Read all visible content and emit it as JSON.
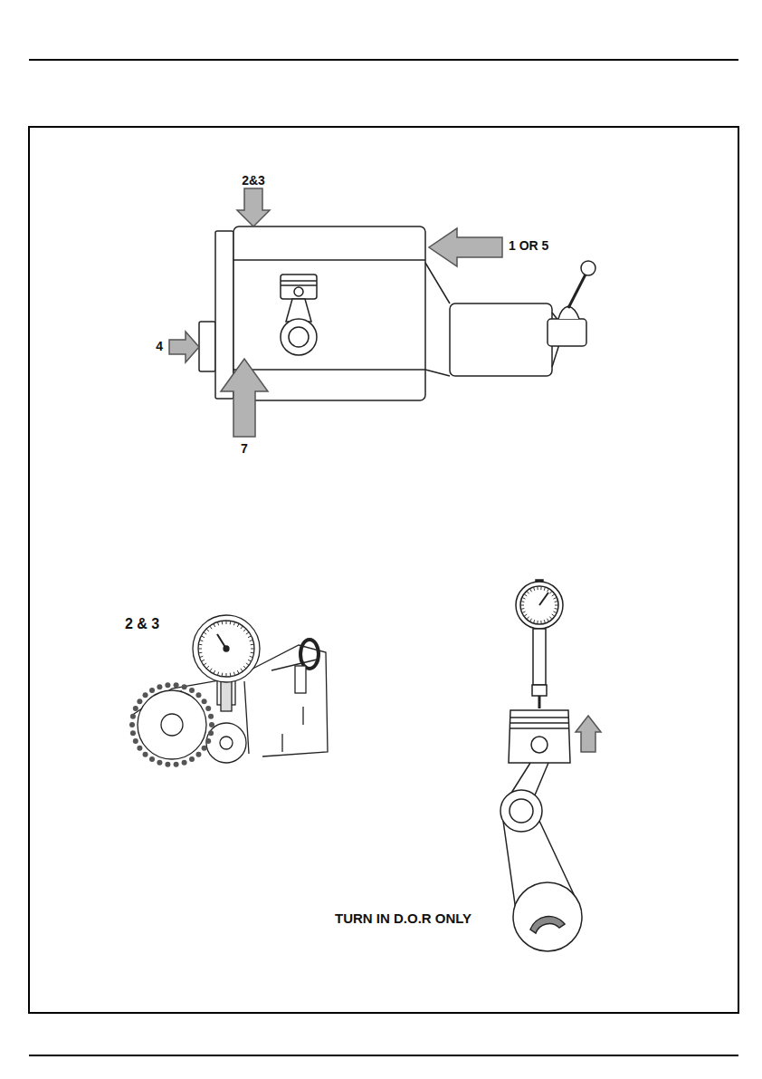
{
  "diagram": {
    "labels": [
      "2&3",
      "1 OR 5",
      "4",
      "7",
      "2 & 3",
      "TURN IN D.O.R ONLY"
    ]
  }
}
